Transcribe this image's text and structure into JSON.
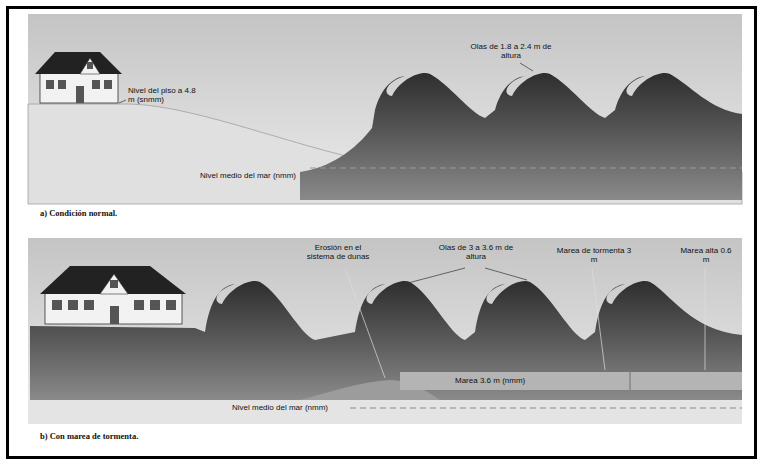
{
  "diagram": {
    "labels": [
      "Olas de 1.8 a 2.4 m de altura",
      "Nivel del piso a 4.8 m (snmm)",
      "Nivel medio del mar (nmm)",
      "a) Condición normal.",
      "Erosión en el sistema de dunas",
      "Olas de 3 a 3.6 m de altura",
      "Marea de tormenta 3 m",
      "Marea alta 0.6 m",
      "Marea 3.6 m (nmm)",
      "Nivel medio del mar (nmm)",
      "b) Con marea de tormenta."
    ]
  }
}
